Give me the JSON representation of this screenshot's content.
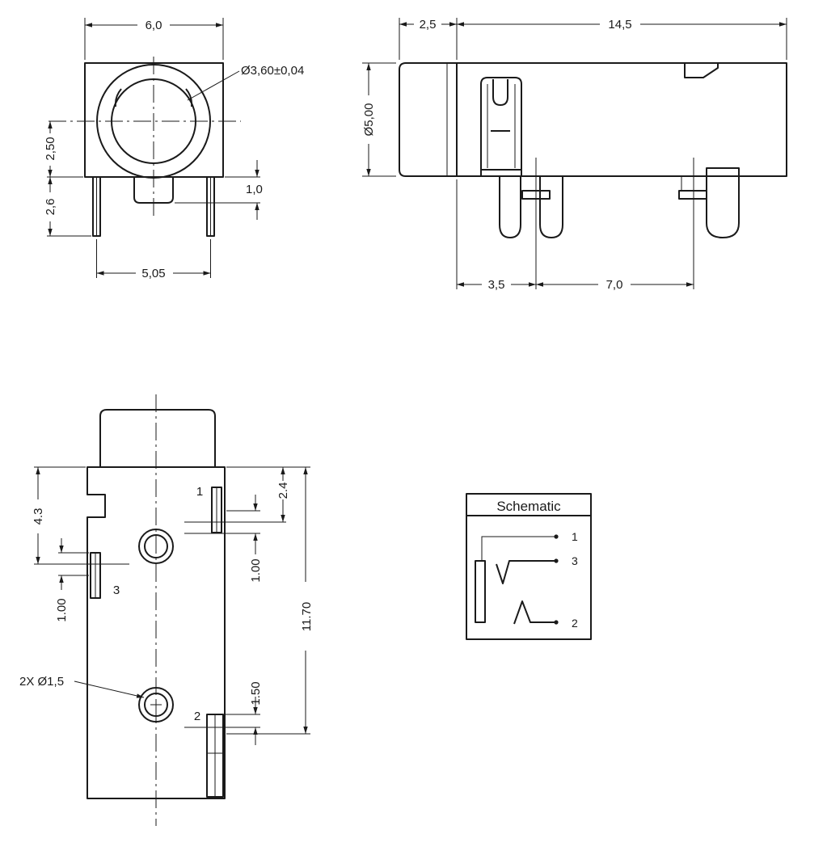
{
  "front_view": {
    "width": "6,0",
    "bore_diameter": "Ø3,60±0,04",
    "center_height": "2,50",
    "pin_length": "2,6",
    "nub": "1,0",
    "pin_spacing": "5,05"
  },
  "side_view": {
    "front_len": "2,5",
    "body_len": "14,5",
    "diameter": "Ø5,00",
    "pin_off_a": "3,5",
    "pin_off_b": "7,0"
  },
  "bottom_view": {
    "overall": "11.70",
    "pin_top": "4.3",
    "pin1_offset": "2.4",
    "pin1_width": "1.00",
    "pin3_width": "1.00",
    "pin2_width": "1.50",
    "holes": "2X Ø1,5",
    "pin1": "1",
    "pin2": "2",
    "pin3": "3"
  },
  "schematic": {
    "title": "Schematic",
    "pin1": "1",
    "pin3": "3",
    "pin2": "2"
  }
}
